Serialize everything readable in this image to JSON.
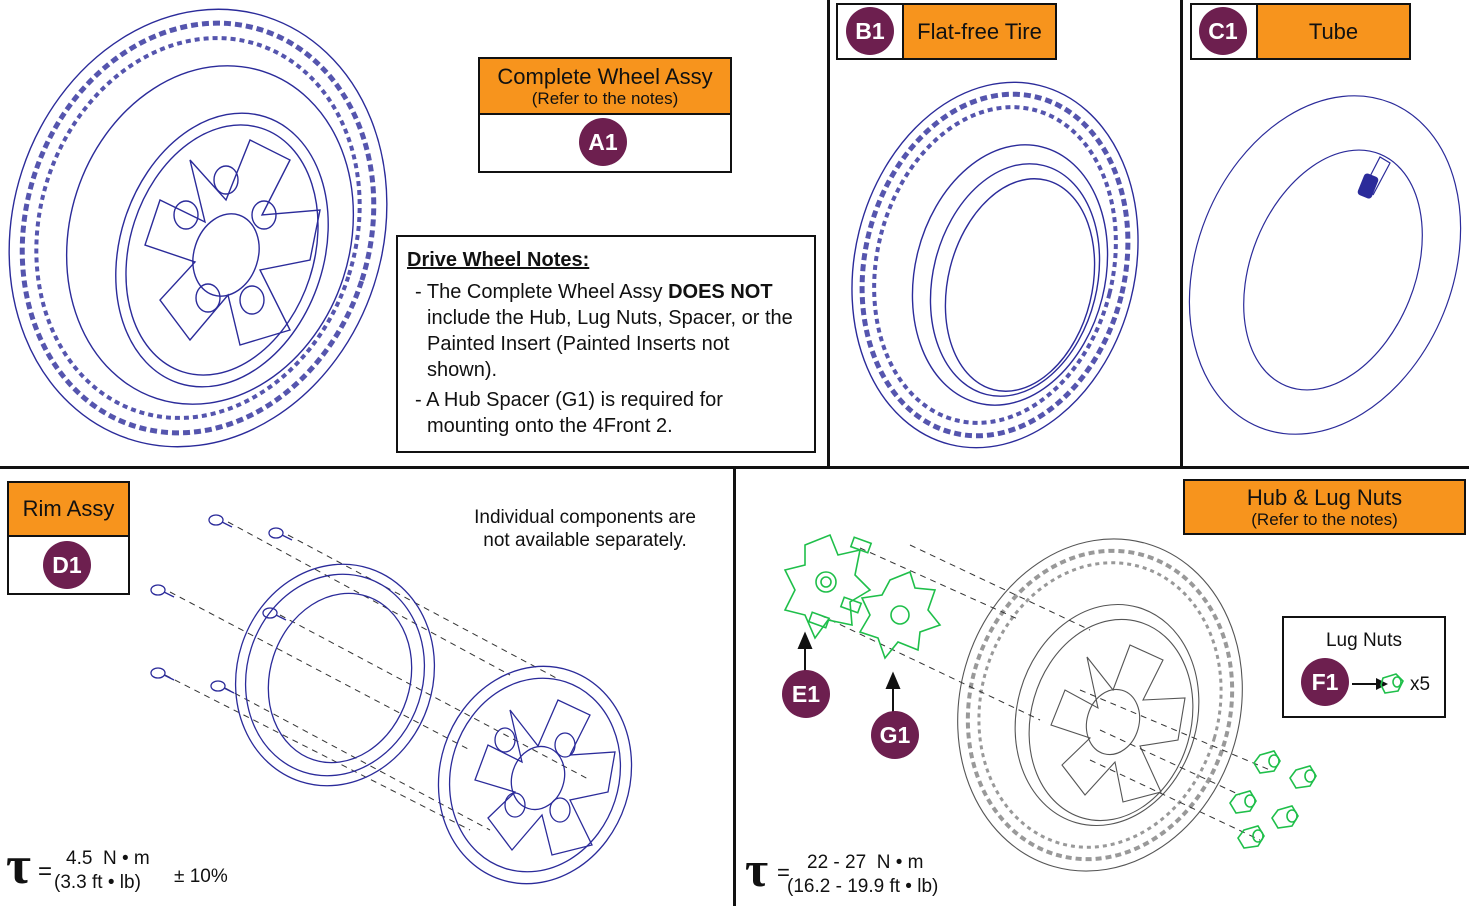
{
  "panel_a": {
    "title": "Complete Wheel Assy",
    "subtitle": "(Refer to the notes)",
    "badge": "A1"
  },
  "notes": {
    "heading": "Drive Wheel Notes:",
    "item1_prefix": "- The Complete Wheel Assy ",
    "item1_bold": "DOES NOT",
    "item1_rest": " include the Hub, Lug Nuts, Spacer, or the Painted Insert (Painted Inserts not shown).",
    "item2": "- A Hub Spacer (G1) is required for mounting onto the 4Front 2."
  },
  "panel_b": {
    "badge": "B1",
    "title": "Flat-free Tire"
  },
  "panel_c": {
    "badge": "C1",
    "title": "Tube"
  },
  "panel_d": {
    "title": "Rim Assy",
    "badge": "D1",
    "note_line1": "Individual components are",
    "note_line2": "not available separately.",
    "torque_symbol": "τ",
    "torque_eq": "=",
    "torque_top": "4.5  N • m",
    "torque_bottom": "(3.3 ft • lb)",
    "torque_tol": "± 10%"
  },
  "panel_e": {
    "title": "Hub & Lug Nuts",
    "subtitle": "(Refer to the notes)",
    "badge_e": "E1",
    "badge_g": "G1",
    "lug_title": "Lug Nuts",
    "badge_f": "F1",
    "lug_qty": "x5",
    "torque_symbol": "τ",
    "torque_eq": "=",
    "torque_top": "22 - 27  N • m",
    "torque_bottom": "(16.2 - 19.9 ft • lb)"
  },
  "colors": {
    "line": "#2b2b9a",
    "green": "#1fbf4a",
    "orange": "#f7941d",
    "badge": "#6d1f4f"
  }
}
